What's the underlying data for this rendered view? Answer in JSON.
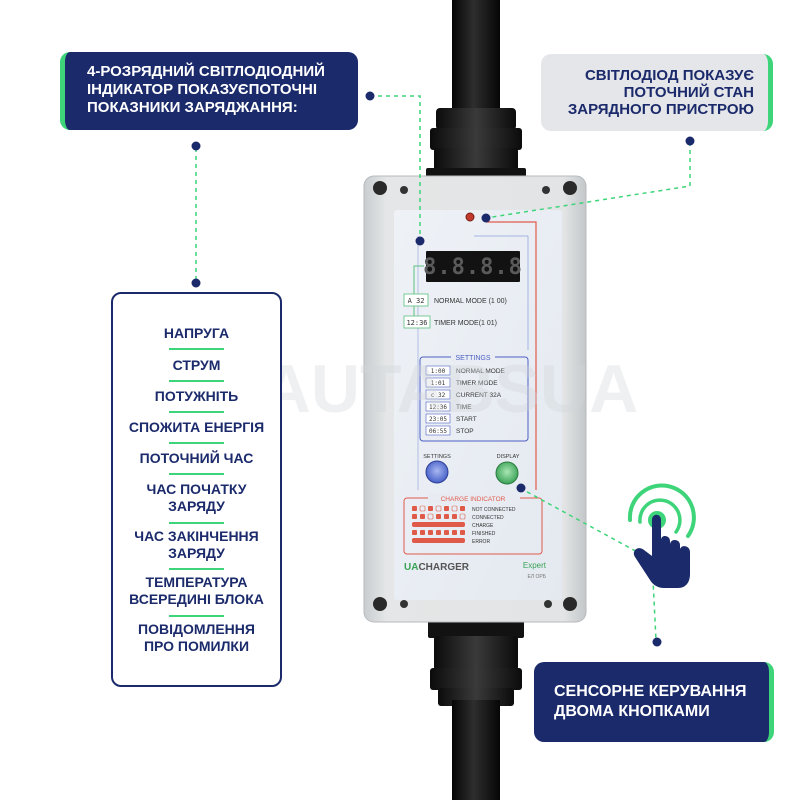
{
  "callouts": {
    "led_indicator": {
      "lines": [
        "4-розрядний світлодіодний",
        "індикатор показуєпоточні",
        "показники заряджання:"
      ]
    },
    "led_state": {
      "lines": [
        "Світлодіод показує",
        "поточний стан",
        "зарядного пристрою"
      ]
    },
    "touch_control": {
      "lines": [
        "Сенсорне керування",
        "двома кнопками"
      ]
    }
  },
  "parameters": [
    "Напруга",
    "Струм",
    "Потужніть",
    "Спожита енергія",
    "Поточний час",
    "Час початку заряду",
    "Час закінчення заряду",
    "Температура всередині блока",
    "Повідомлення про помилки"
  ],
  "device": {
    "display_digits": "8.8.8.8",
    "modes": [
      {
        "code": "A 32",
        "label": "NORMAL MODE (1 00)"
      },
      {
        "code": "12:36",
        "label": "TIMER MODE(1 01)"
      }
    ],
    "settings": {
      "title": "SETTINGS",
      "rows": [
        {
          "code": "1:00",
          "label": "NORMAL MODE"
        },
        {
          "code": "1:01",
          "label": "TIMER MODE"
        },
        {
          "code": "c 32",
          "label": "CURRENT 32A"
        },
        {
          "code": "12:36",
          "label": "TIME"
        },
        {
          "code": "23:05",
          "label": "START"
        },
        {
          "code": "06:55",
          "label": "STOP"
        }
      ]
    },
    "buttons": {
      "settings_label": "SETTINGS",
      "display_label": "DISPLAY"
    },
    "charge_indicator": {
      "title": "CHARGE INDICATOR",
      "rows": [
        "NOT CONNECTED",
        "CONNECTED",
        "CHARGE",
        "FINISHED",
        "ERROR"
      ]
    },
    "brand": {
      "ua": "UA",
      "charger": "CHARGER",
      "model": "Expert",
      "sub": "ЕЛ ОРБ"
    }
  },
  "watermark": "AUTABSUA",
  "colors": {
    "navy": "#1b2a6b",
    "green_accent": "#3ed47a",
    "red_line": "#e05a4a",
    "settings_frame": "#4c5fc4",
    "indicator_frame": "#e05a4a"
  }
}
